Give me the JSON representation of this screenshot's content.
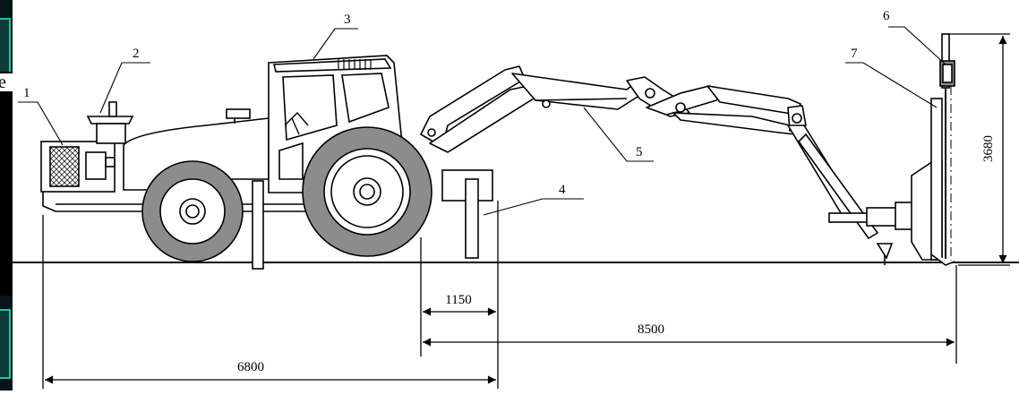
{
  "slide": {
    "fragment_text": "e"
  },
  "callouts": {
    "c1": "1",
    "c2": "2",
    "c3": "3",
    "c4": "4",
    "c5": "5",
    "c6": "6",
    "c7": "7"
  },
  "dimensions": {
    "height": "3680",
    "outrigger_span": "1150",
    "reach": "8500",
    "overall_length": "6800"
  },
  "colors": {
    "line": "#000000",
    "tire": "#8c8c8c",
    "accent_green": "#19c7a0"
  }
}
